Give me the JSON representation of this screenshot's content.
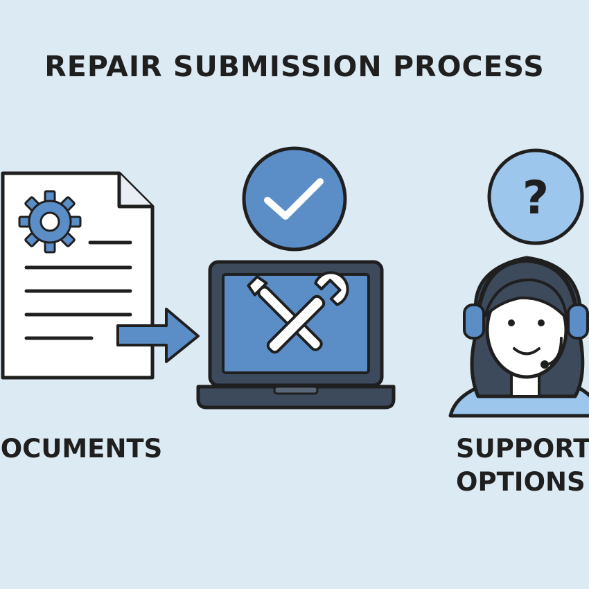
{
  "title": "REPAIR SUBMISSION PROCESS",
  "labels": {
    "documents": "DOCUMENTS",
    "support_line1": "SUPPORT",
    "support_line2": "OPTIONS"
  },
  "icons": {
    "document": "document-icon",
    "gear": "gear-icon",
    "arrow": "arrow-right-icon",
    "laptop": "laptop-icon",
    "tools": "wrench-screwdriver-icon",
    "check": "checkmark-circle-icon",
    "question": "question-mark-circle-icon",
    "agent": "support-agent-icon"
  },
  "colors": {
    "background": "#dceaf4",
    "accent_blue": "#5b8ec7",
    "light_blue": "#9cc6ec",
    "outline": "#1f1f1f",
    "dark_slate": "#3d4a5c"
  }
}
